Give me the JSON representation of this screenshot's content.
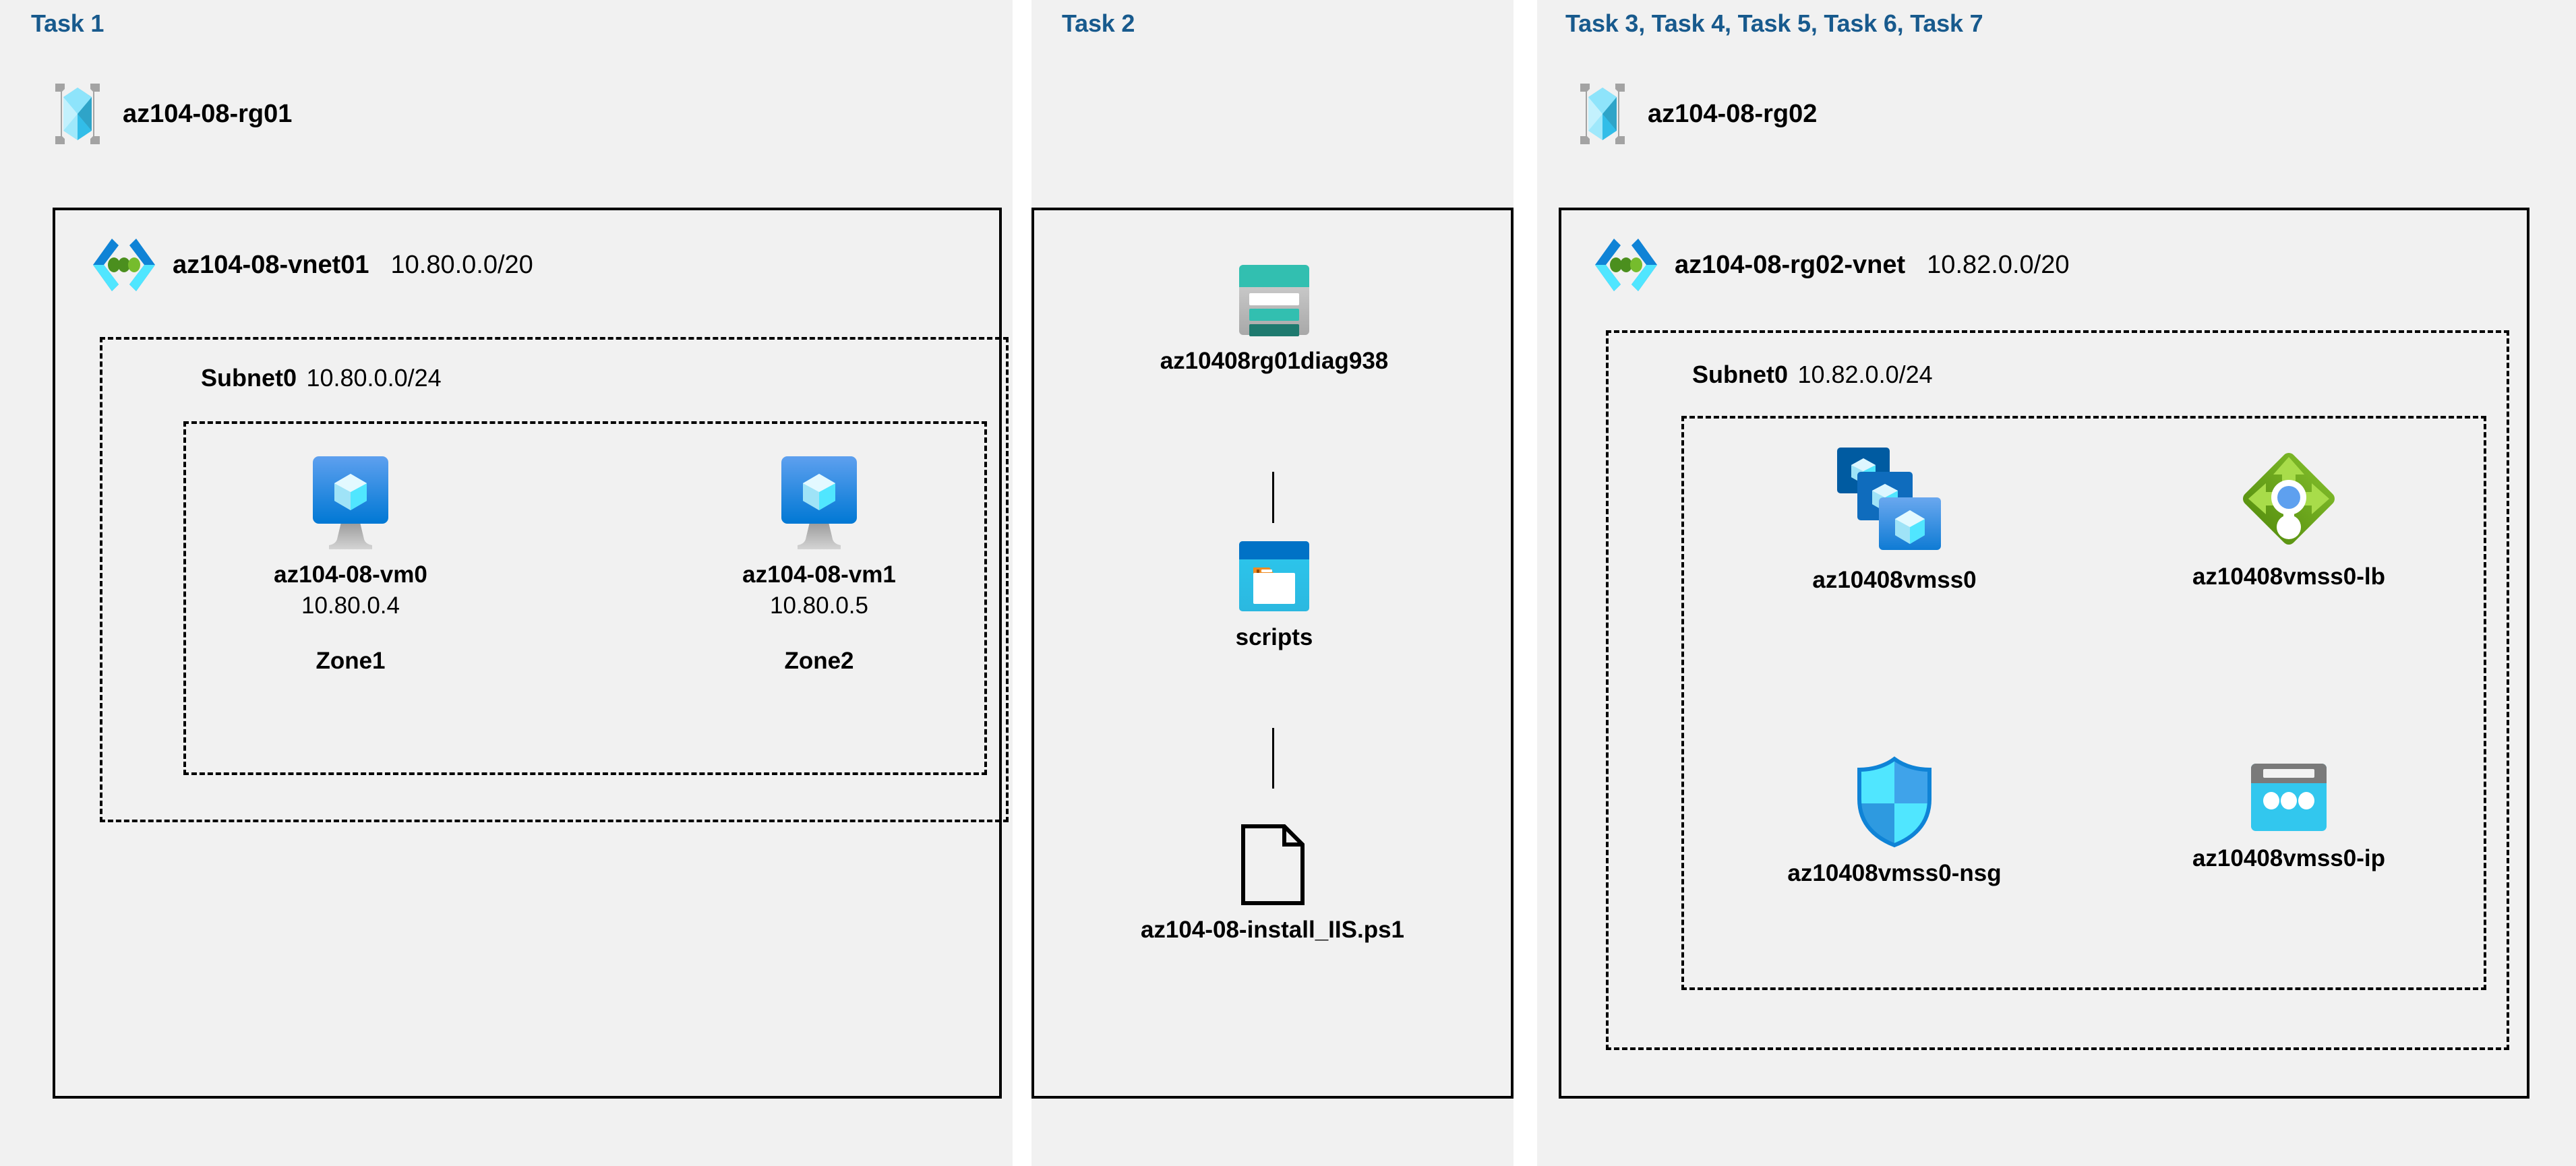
{
  "panels": [
    {
      "task_label": "Task 1"
    },
    {
      "task_label": "Task 2"
    },
    {
      "task_label": "Task 3, Task 4, Task 5, Task 6, Task 7"
    }
  ],
  "task1": {
    "resource_group": {
      "name": "az104-08-rg01",
      "icon": "resource-group-icon"
    },
    "vnet": {
      "name": "az104-08-vnet01",
      "cidr": "10.80.0.0/20",
      "icon": "virtual-network-icon"
    },
    "subnet": {
      "name": "Subnet0",
      "cidr": "10.80.0.0/24"
    },
    "vms": [
      {
        "icon": "virtual-machine-icon",
        "name": "az104-08-vm0",
        "ip": "10.80.0.4",
        "zone": "Zone1"
      },
      {
        "icon": "virtual-machine-icon",
        "name": "az104-08-vm1",
        "ip": "10.80.0.5",
        "zone": "Zone2"
      }
    ]
  },
  "task2": {
    "storage_account": {
      "icon": "storage-account-icon",
      "name": "az10408rg01diag938"
    },
    "container": {
      "icon": "blob-container-icon",
      "name": "scripts"
    },
    "file": {
      "icon": "file-icon",
      "name": "az104-08-install_IIS.ps1"
    }
  },
  "task3": {
    "resource_group": {
      "name": "az104-08-rg02",
      "icon": "resource-group-icon"
    },
    "vnet": {
      "name": "az104-08-rg02-vnet",
      "cidr": "10.82.0.0/20",
      "icon": "virtual-network-icon"
    },
    "subnet": {
      "name": "Subnet0",
      "cidr": "10.82.0.0/24"
    },
    "resources": [
      {
        "icon": "vm-scale-set-icon",
        "name": "az10408vmss0"
      },
      {
        "icon": "load-balancer-icon",
        "name": "az10408vmss0-lb"
      },
      {
        "icon": "network-security-group-icon",
        "name": "az10408vmss0-nsg"
      },
      {
        "icon": "public-ip-address-icon",
        "name": "az10408vmss0-ip"
      }
    ]
  },
  "colors": {
    "task_label": "#185a8d",
    "panel_bg": "#f1f1f1",
    "page_bg": "#ffffff",
    "border": "#000000",
    "azure_blue": "#0078d4",
    "azure_cyan": "#50e6ff",
    "storage_teal": "#32bfb0",
    "lb_green": "#6aad26",
    "nsg_blue": "#0f83d6"
  }
}
